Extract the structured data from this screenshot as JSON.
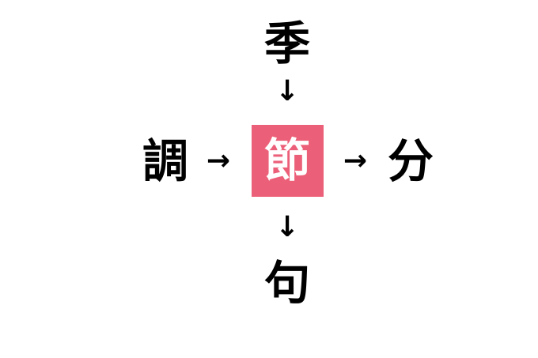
{
  "puzzle": {
    "top": "季",
    "left": "調",
    "center": "節",
    "right": "分",
    "bottom": "句",
    "arrows": {
      "top_to_center": "↓",
      "left_to_center": "→",
      "center_to_right": "→",
      "center_to_bottom": "↓"
    },
    "center_box_color": "#ec5f78"
  }
}
